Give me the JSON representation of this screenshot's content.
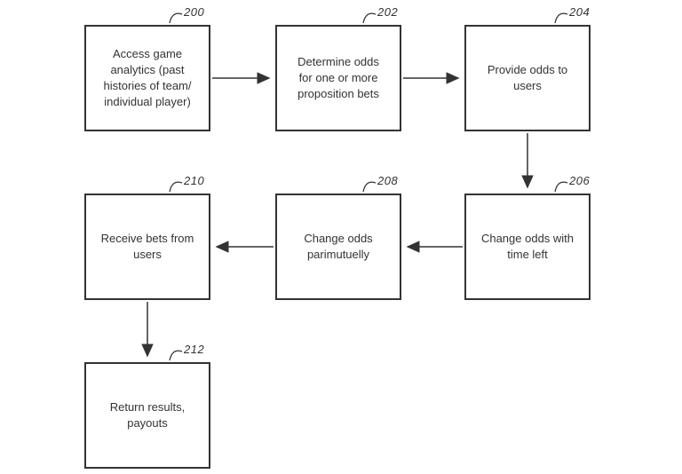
{
  "diagram": {
    "boxes": [
      {
        "ref": "200",
        "text": "Access game\nanalytics (past\nhistories of team/\nindividual player)"
      },
      {
        "ref": "202",
        "text": "Determine odds\nfor one or more\nproposition bets"
      },
      {
        "ref": "204",
        "text": "Provide odds to\nusers"
      },
      {
        "ref": "206",
        "text": "Change odds with\ntime left"
      },
      {
        "ref": "208",
        "text": "Change odds\nparimutuelly"
      },
      {
        "ref": "210",
        "text": "Receive bets from\nusers"
      },
      {
        "ref": "212",
        "text": "Return results,\npayouts"
      }
    ],
    "line_color": "#333333"
  }
}
